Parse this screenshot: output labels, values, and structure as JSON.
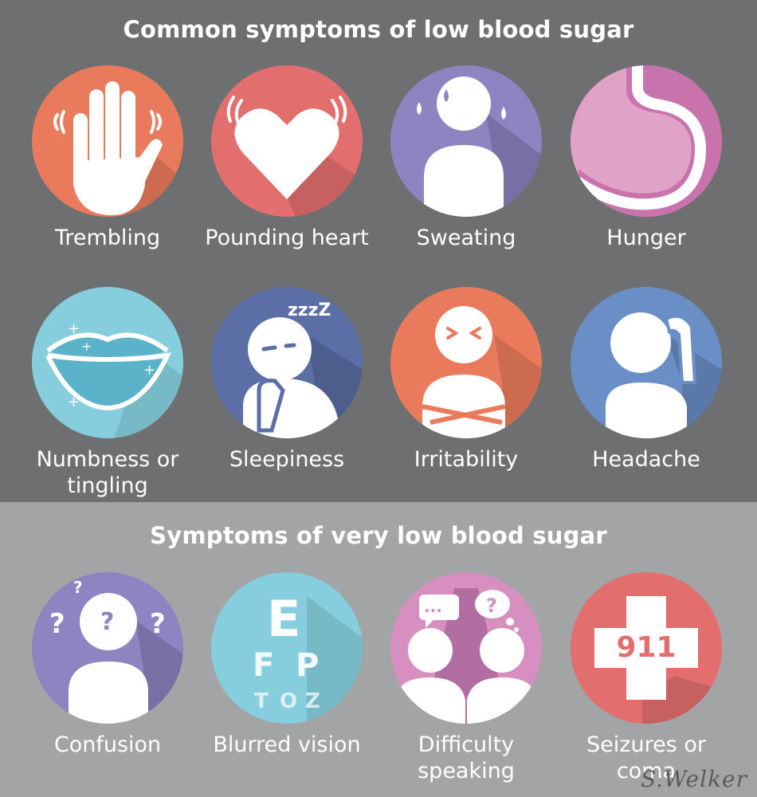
{
  "sections": [
    {
      "title": "Common symptoms of low blood sugar",
      "items": [
        {
          "label": "Trembling",
          "icon": "hand-icon",
          "color": "#ea7a5c"
        },
        {
          "label": "Pounding heart",
          "icon": "heart-icon",
          "color": "#e36e6e"
        },
        {
          "label": "Sweating",
          "icon": "sweating-person-icon",
          "color": "#8f83c2"
        },
        {
          "label": "Hunger",
          "icon": "stomach-icon",
          "color": "#e0a2c6"
        },
        {
          "label": "Numbness or tingling",
          "icon": "lips-icon",
          "color": "#86cedd"
        },
        {
          "label": "Sleepiness",
          "icon": "sleepy-person-icon",
          "color": "#5b6ea5",
          "text": "zzzZ"
        },
        {
          "label": "Irritability",
          "icon": "irritated-person-icon",
          "color": "#ea7a5c"
        },
        {
          "label": "Headache",
          "icon": "headache-person-icon",
          "color": "#6a8fc7"
        }
      ]
    },
    {
      "title": "Symptoms of very low blood sugar",
      "items": [
        {
          "label": "Confusion",
          "icon": "confused-person-icon",
          "color": "#8f83c2"
        },
        {
          "label": "Blurred vision",
          "icon": "eye-chart-icon",
          "color": "#86cedd",
          "chart": [
            "E",
            "F",
            "P",
            "T",
            "O",
            "Z"
          ]
        },
        {
          "label": "Difficulty speaking",
          "icon": "speaking-people-icon",
          "color": "#d78fc0"
        },
        {
          "label": "Seizures or coma",
          "icon": "emergency-cross-icon",
          "color": "#e36e6e",
          "text": "911"
        }
      ]
    }
  ],
  "signature": "S.Welker"
}
